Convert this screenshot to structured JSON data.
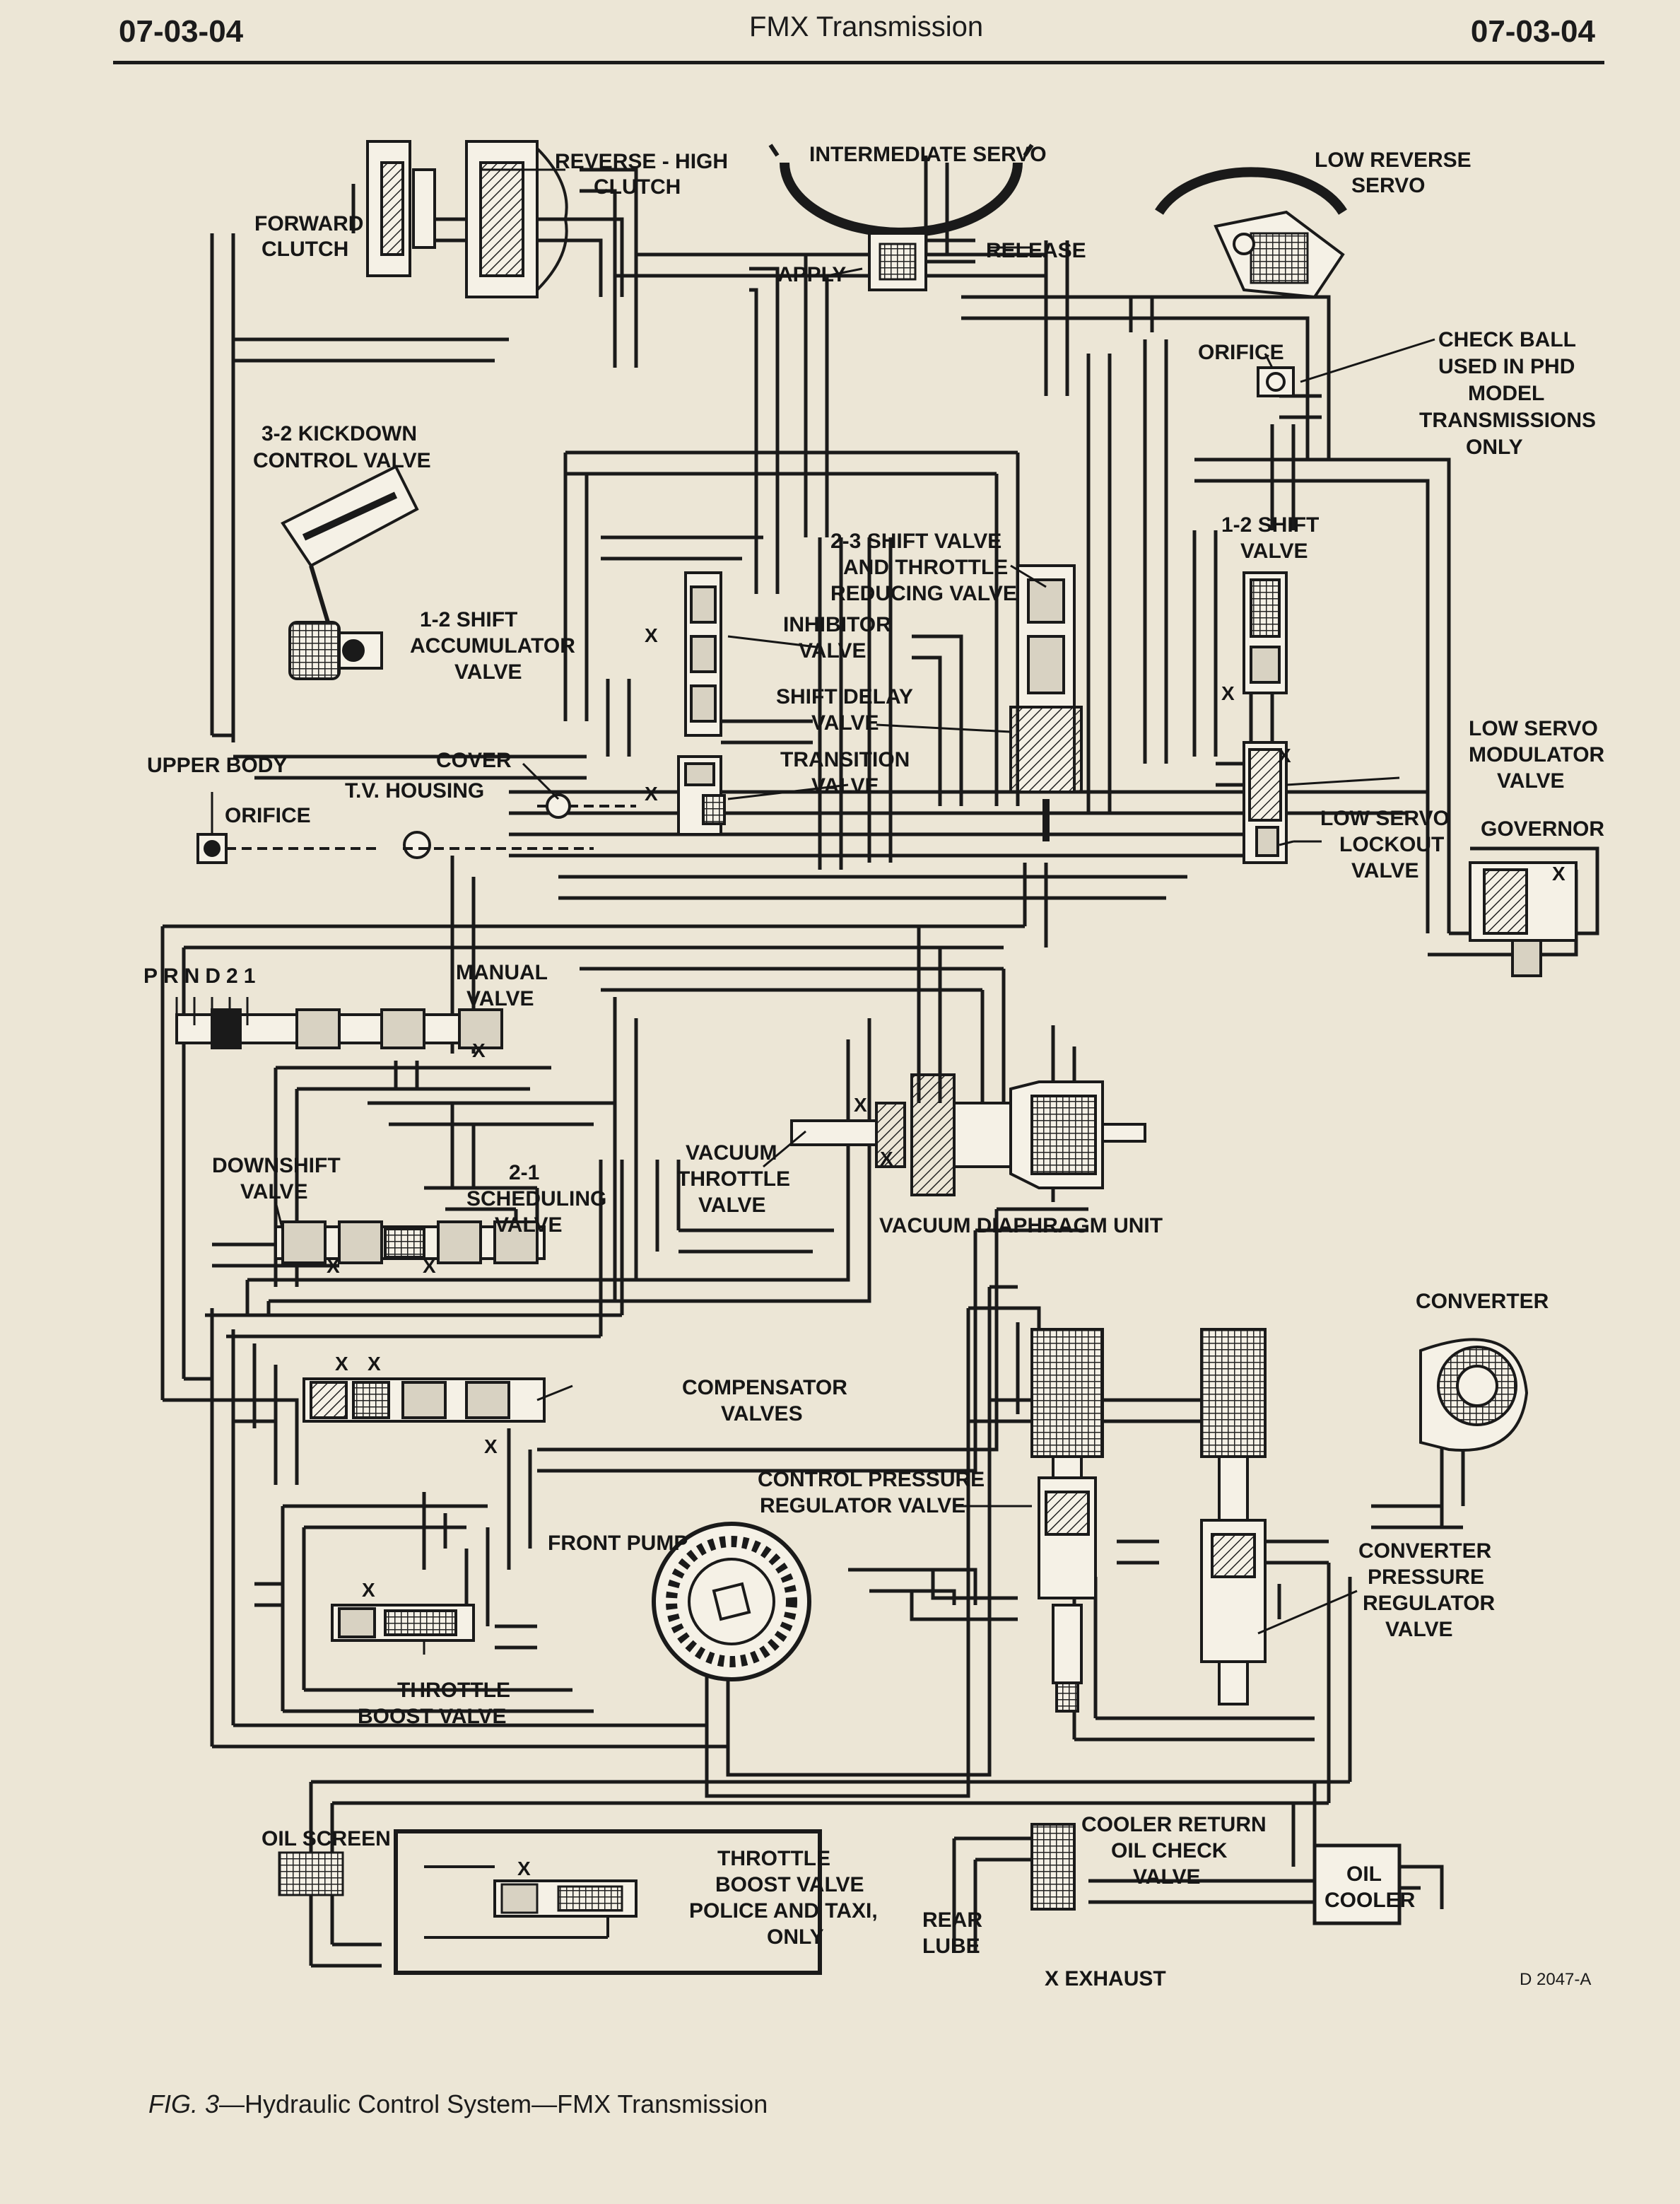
{
  "header": {
    "left": "07-03-04",
    "center": "FMX Transmission",
    "right": "07-03-04"
  },
  "labels": {
    "reverse_high_clutch": [
      "REVERSE - HIGH",
      "CLUTCH"
    ],
    "intermediate_servo": [
      "INTERMEDIATE SERVO"
    ],
    "low_reverse_servo": [
      "LOW  REVERSE",
      "SERVO"
    ],
    "forward_clutch": [
      "FORWARD",
      "CLUTCH"
    ],
    "apply": [
      "APPLY"
    ],
    "release": [
      "RELEASE"
    ],
    "orifice_top": [
      "ORIFICE"
    ],
    "check_ball": [
      "CHECK BALL",
      "USED IN PHD",
      "MODEL",
      "TRANSMISSIONS",
      "ONLY"
    ],
    "kickdown_valve": [
      "3-2 KICKDOWN",
      "CONTROL VALVE"
    ],
    "shift_valve_23": [
      "2-3 SHIFT VALVE",
      "AND THROTTLE",
      "REDUCING VALVE"
    ],
    "shift_valve_12": [
      "1-2 SHIFT",
      "VALVE"
    ],
    "inhibitor_valve": [
      "INHIBITOR",
      "VALVE"
    ],
    "accumulator_valve": [
      "1-2 SHIFT",
      "ACCUMULATOR",
      "VALVE"
    ],
    "shift_delay_valve": [
      "SHIFT DELAY",
      "VALVE"
    ],
    "low_servo_modulator": [
      "LOW SERVO",
      "MODULATOR",
      "VALVE"
    ],
    "transition_valve": [
      "TRANSITION",
      "VALVE"
    ],
    "upper_body": [
      "UPPER BODY"
    ],
    "cover": [
      "COVER"
    ],
    "tv_housing": [
      "T.V. HOUSING"
    ],
    "orifice_left": [
      "ORIFICE"
    ],
    "low_servo_lockout": [
      "LOW SERVO",
      "LOCKOUT",
      "VALVE"
    ],
    "governor": [
      "GOVERNOR"
    ],
    "prnd21": [
      "PRND21"
    ],
    "manual_valve": [
      "MANUAL",
      "VALVE"
    ],
    "vacuum_throttle_valve": [
      "VACUUM",
      "THROTTLE",
      "VALVE"
    ],
    "downshift_valve": [
      "DOWNSHIFT",
      "VALVE"
    ],
    "scheduling_valve": [
      "2-1",
      "SCHEDULING",
      "VALVE"
    ],
    "vacuum_diaphragm": [
      "VACUUM DIAPHRAGM UNIT"
    ],
    "converter": [
      "CONVERTER"
    ],
    "compensator_valves": [
      "COMPENSATOR",
      "VALVES"
    ],
    "control_pressure_regulator": [
      "CONTROL PRESSURE",
      "REGULATOR VALVE"
    ],
    "front_pump": [
      "FRONT PUMP"
    ],
    "converter_pressure_regulator": [
      "CONVERTER",
      "PRESSURE",
      "REGULATOR",
      "VALVE"
    ],
    "throttle_boost_valve": [
      "THROTTLE",
      "BOOST VALVE"
    ],
    "cooler_return": [
      "COOLER RETURN",
      "OIL CHECK",
      "VALVE"
    ],
    "oil_screen": [
      "OIL SCREEN"
    ],
    "throttle_boost_police": [
      "THROTTLE",
      "BOOST VALVE",
      "POLICE AND TAXI,",
      "ONLY"
    ],
    "rear_lube": [
      "REAR",
      "LUBE"
    ],
    "oil_cooler": [
      "OIL",
      "COOLER"
    ],
    "exhaust": [
      "X  EXHAUST"
    ]
  },
  "exhaust_mark": "X",
  "drawing_id": "D 2047-A",
  "caption": {
    "figure": "FIG. 3",
    "text": "—Hydraulic Control System—FMX Transmission"
  }
}
